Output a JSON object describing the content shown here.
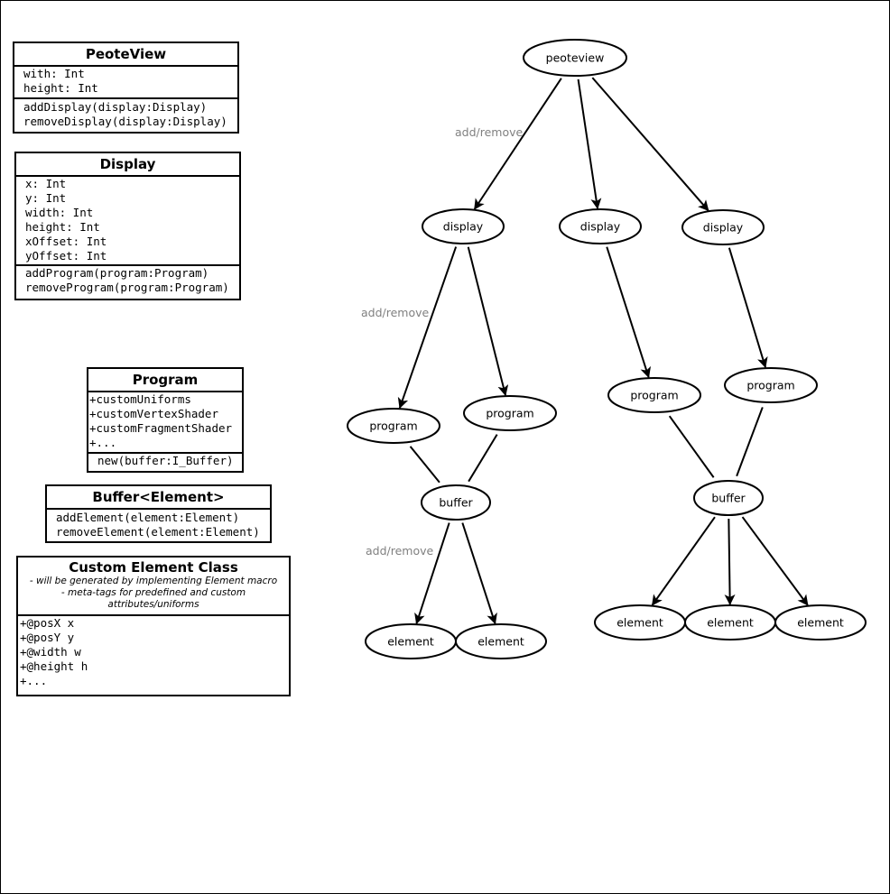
{
  "classes": {
    "peoteview": {
      "title": "PeoteView",
      "attributes": [
        "with: Int",
        "height: Int"
      ],
      "operations": [
        "addDisplay(display:Display)",
        "removeDisplay(display:Display)"
      ]
    },
    "display": {
      "title": "Display",
      "attributes": [
        "x: Int",
        "y: Int",
        "width: Int",
        "height: Int",
        "xOffset: Int",
        "yOffset: Int"
      ],
      "operations": [
        "addProgram(program:Program)",
        "removeProgram(program:Program)"
      ]
    },
    "program": {
      "title": "Program",
      "attributes": [
        "+customUniforms",
        "+customVertexShader",
        "+customFragmentShader",
        "+..."
      ],
      "operations": [
        "new(buffer:I_Buffer)"
      ]
    },
    "buffer": {
      "title": "Buffer<Element>",
      "operations": [
        "addElement(element:Element)",
        "removeElement(element:Element)"
      ]
    },
    "element": {
      "title": "Custom Element Class",
      "subtitle_1": "- will be generated by implementing Element macro",
      "subtitle_2": "- meta-tags for predefined and custom",
      "subtitle_3": "attributes/uniforms",
      "attributes": [
        "+@posX x",
        "+@posY y",
        "+@width w",
        "+@height h",
        "+..."
      ]
    }
  },
  "graph": {
    "nodes": {
      "peoteview": "peoteview",
      "display_1": "display",
      "display_2": "display",
      "display_3": "display",
      "program_1": "program",
      "program_2": "program",
      "program_3": "program",
      "program_4": "program",
      "buffer_1": "buffer",
      "buffer_2": "buffer",
      "element_1": "element",
      "element_2": "element",
      "element_3": "element",
      "element_4": "element",
      "element_5": "element"
    },
    "edge_labels": {
      "peoteview_display": "add/remove",
      "display_program": "add/remove",
      "buffer_element": "add/remove"
    },
    "edges": [
      {
        "from": "peoteview",
        "to": "display_1",
        "arrow": true
      },
      {
        "from": "peoteview",
        "to": "display_2",
        "arrow": true
      },
      {
        "from": "peoteview",
        "to": "display_3",
        "arrow": true
      },
      {
        "from": "display_1",
        "to": "program_1",
        "arrow": true
      },
      {
        "from": "display_1",
        "to": "program_2",
        "arrow": true
      },
      {
        "from": "display_2",
        "to": "program_3",
        "arrow": true
      },
      {
        "from": "display_3",
        "to": "program_4",
        "arrow": true
      },
      {
        "from": "program_1",
        "to": "buffer_1",
        "arrow": false
      },
      {
        "from": "program_2",
        "to": "buffer_1",
        "arrow": false
      },
      {
        "from": "program_3",
        "to": "buffer_2",
        "arrow": false
      },
      {
        "from": "program_4",
        "to": "buffer_2",
        "arrow": false
      },
      {
        "from": "buffer_1",
        "to": "element_1",
        "arrow": true
      },
      {
        "from": "buffer_1",
        "to": "element_2",
        "arrow": true
      },
      {
        "from": "buffer_2",
        "to": "element_3",
        "arrow": true
      },
      {
        "from": "buffer_2",
        "to": "element_4",
        "arrow": true
      },
      {
        "from": "buffer_2",
        "to": "element_5",
        "arrow": true
      }
    ]
  }
}
